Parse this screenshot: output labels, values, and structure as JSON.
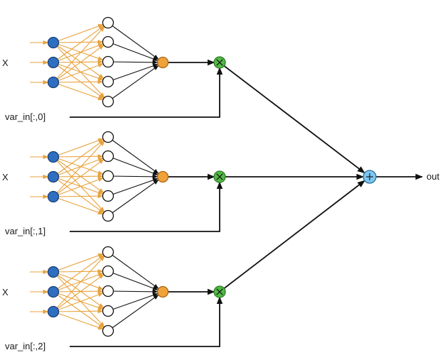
{
  "networks": [
    {
      "input_label": "X",
      "var_label": "var_in[:,0]"
    },
    {
      "input_label": "X",
      "var_label": "var_in[:,1]"
    },
    {
      "input_label": "X",
      "var_label": "var_in[:,2]"
    }
  ],
  "output_label": "out",
  "colors": {
    "input_node": "#2f6fc1",
    "hidden_node": "#ffffff",
    "network_output_node": "#f0a23a",
    "multiply_node": "#53b847",
    "sum_node": "#7cc7f2",
    "input_edges": "#e8a23c",
    "edges": "#111111"
  },
  "icons": {
    "multiply": "multiply-icon",
    "sum": "plus-icon"
  }
}
